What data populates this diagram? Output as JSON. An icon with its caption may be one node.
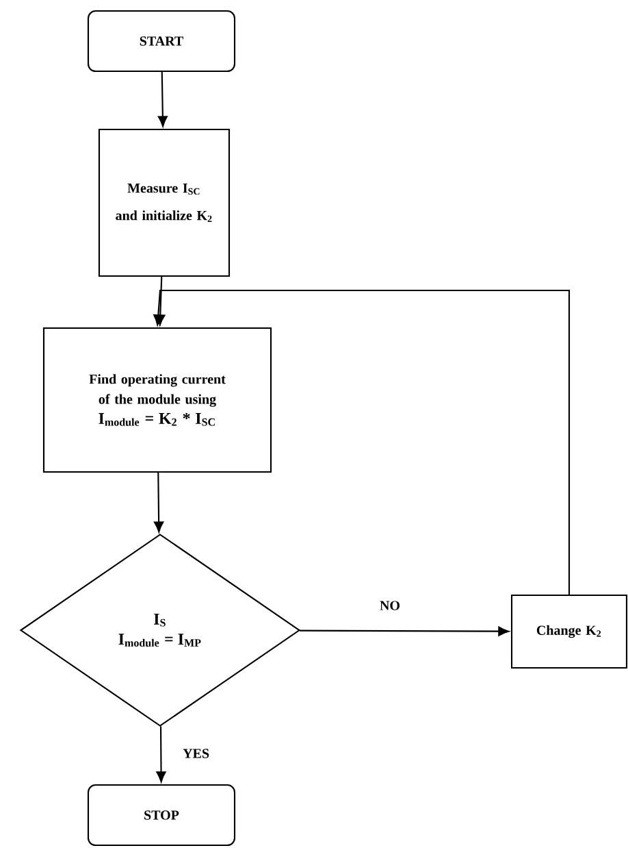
{
  "diagram": {
    "nodes": [
      {
        "text": [
          "START"
        ]
      },
      {
        "text": [
          "Measure I$_{SC}$ and initialize K$_{2}$"
        ]
      },
      {
        "text": [
          "Find operating current of the module using",
          "I$_{module}$ = K$_{2}$ * I$_{SC}$"
        ]
      },
      {
        "text": [
          "I$_{S}$",
          "I$_{module}$ = I$_{MP}$"
        ]
      },
      {
        "text": [
          "Change K$_{2}$"
        ]
      },
      {
        "text": [
          "STOP"
        ]
      }
    ],
    "edges": [
      {
        "from": 0,
        "to": 1,
        "arrow": "to"
      },
      {
        "from": 1,
        "to": 2,
        "arrow": "to"
      },
      {
        "from": 2,
        "to": 3,
        "arrow": "to"
      },
      {
        "from": 3,
        "to": 4,
        "arrow": "to",
        "label": "NO"
      },
      {
        "from": 4,
        "to": 2,
        "arrow": "to"
      },
      {
        "from": 3,
        "to": 5,
        "arrow": "to",
        "label": "YES"
      }
    ]
  }
}
